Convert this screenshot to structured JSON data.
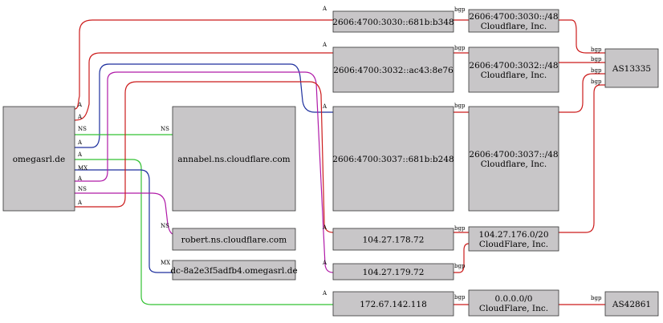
{
  "colors": {
    "A": "#cc1b1b",
    "NS": "#33c233",
    "MX": "#1d2f9e",
    "bgp": "#cc1b1b",
    "purple": "#b01aa8",
    "node_fill": "#c8c6c8"
  },
  "nodes": {
    "domain": {
      "label": [
        "omegasrl.de"
      ]
    },
    "ip_b348": {
      "label": [
        "2606:4700:3030::681b:b348"
      ]
    },
    "net_3030": {
      "label": [
        "2606:4700:3030::/48",
        "Cloudflare, Inc."
      ]
    },
    "ip_8e76": {
      "label": [
        "2606:4700:3032::ac43:8e76"
      ]
    },
    "net_3032": {
      "label": [
        "2606:4700:3032::/48",
        "Cloudflare, Inc."
      ]
    },
    "as13335": {
      "label": [
        "AS13335"
      ]
    },
    "ns_annabel": {
      "label": [
        "annabel.ns.cloudflare.com"
      ]
    },
    "ip_b248": {
      "label": [
        "2606:4700:3037::681b:b248"
      ]
    },
    "net_3037": {
      "label": [
        "2606:4700:3037::/48",
        "Cloudflare, Inc."
      ]
    },
    "ns_robert": {
      "label": [
        "robert.ns.cloudflare.com"
      ]
    },
    "ip_178": {
      "label": [
        "104.27.178.72"
      ]
    },
    "net_176": {
      "label": [
        "104.27.176.0/20",
        "CloudFlare, Inc."
      ]
    },
    "mx_dc": {
      "label": [
        "dc-8a2e3f5adfb4.omegasrl.de"
      ]
    },
    "ip_179": {
      "label": [
        "104.27.179.72"
      ]
    },
    "ip_118": {
      "label": [
        "172.67.142.118"
      ]
    },
    "net_0": {
      "label": [
        "0.0.0.0/0",
        "CloudFlare, Inc."
      ]
    },
    "as42861": {
      "label": [
        "AS42861"
      ]
    }
  },
  "edge_labels": {
    "A": "A",
    "NS": "NS",
    "MX": "MX",
    "bgp": "bgp"
  }
}
